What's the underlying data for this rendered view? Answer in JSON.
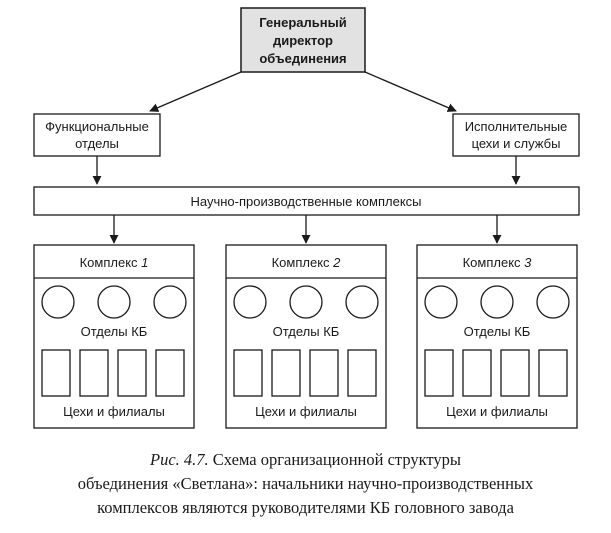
{
  "director": {
    "line1": "Генеральный",
    "line2": "директор",
    "line3": "объединения"
  },
  "functional": {
    "line1": "Функциональные",
    "line2": "отделы"
  },
  "executive": {
    "line1": "Исполнительные",
    "line2": "цехи и службы"
  },
  "research_complexes": "Научно-производственные комплексы",
  "complexes": [
    {
      "prefix": "Комплекс ",
      "number": "1",
      "kb_label": "Отделы КБ",
      "shops_label": "Цехи и филиалы"
    },
    {
      "prefix": "Комплекс ",
      "number": "2",
      "kb_label": "Отделы КБ",
      "shops_label": "Цехи и филиалы"
    },
    {
      "prefix": "Комплекс ",
      "number": "3",
      "kb_label": "Отделы КБ",
      "shops_label": "Цехи и филиалы"
    }
  ],
  "caption": {
    "fig": "Рис. 4.7.",
    "line1": " Схема организационной структуры",
    "line2": "объединения «Светлана»: начальники научно-производственных",
    "line3": "комплексов являются руководителями КБ головного завода"
  }
}
